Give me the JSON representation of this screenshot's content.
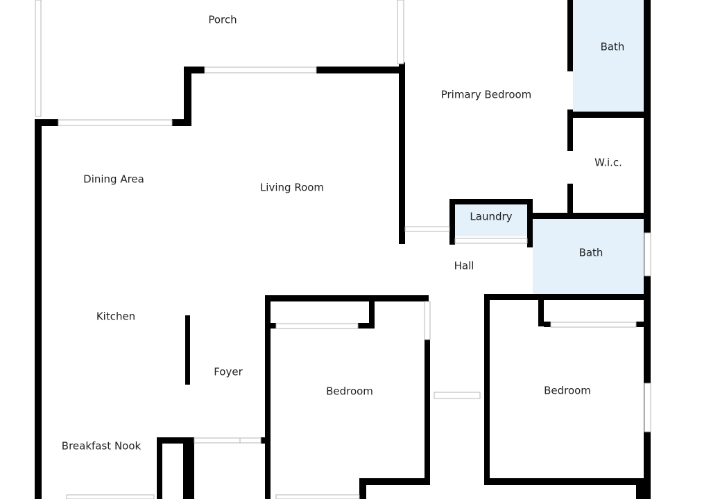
{
  "floor_plan": {
    "colors": {
      "wall": "#000000",
      "wet_room_fill": "#e4f1fb",
      "window_outline": "#b5b5b5",
      "label": "#222222"
    },
    "rooms": {
      "porch": "Porch",
      "primary_bedroom": "Primary Bedroom",
      "primary_bath": "Bath",
      "walk_in_closet": "W.i.c.",
      "dining_area": "Dining Area",
      "living_room": "Living Room",
      "laundry": "Laundry",
      "hall": "Hall",
      "hall_bath": "Bath",
      "kitchen": "Kitchen",
      "foyer": "Foyer",
      "bedroom_center": "Bedroom",
      "bedroom_right": "Bedroom",
      "breakfast_nook": "Breakfast Nook"
    }
  }
}
